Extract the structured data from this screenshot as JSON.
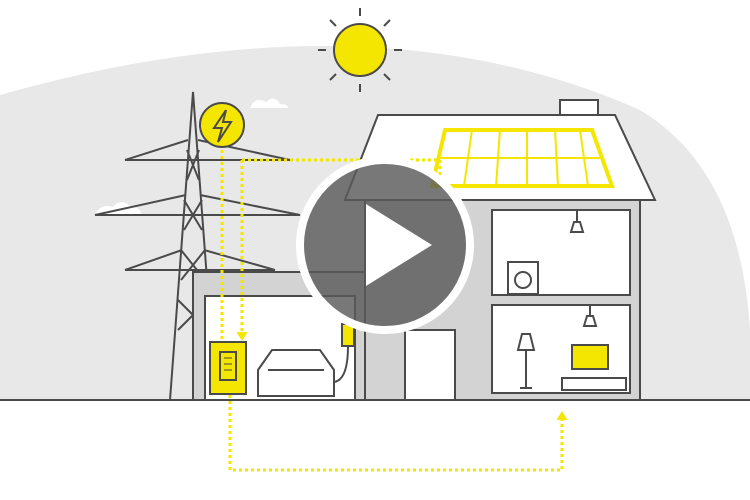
{
  "video": {
    "play_button_icon": "play-icon",
    "state": "paused"
  },
  "illustration": {
    "elements": [
      "sun-icon",
      "power-tower",
      "lightning-icon",
      "garage",
      "battery-icon",
      "car-icon",
      "charger-icon",
      "house",
      "solar-panel",
      "lamp-icon",
      "washing-machine-icon",
      "tv-icon"
    ],
    "colors": {
      "accent_yellow": "#f5e600",
      "outline": "#4a4a4a",
      "hill": "#e8e8e8",
      "wall": "#d3d3d3",
      "overlay": "#5a5a5a"
    }
  }
}
